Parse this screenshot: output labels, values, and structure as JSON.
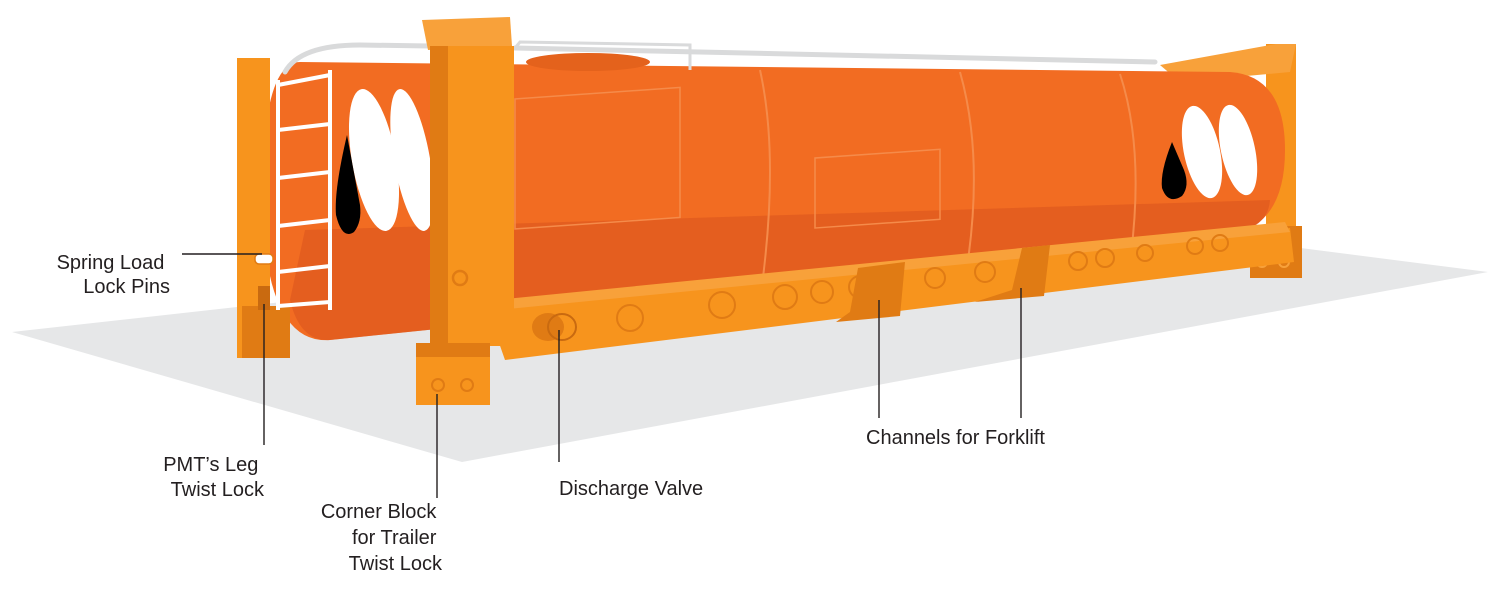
{
  "colors": {
    "ground_shadow": "#e6e7e8",
    "frame_orange": "#f7941d",
    "frame_orange_light": "#f8a13a",
    "frame_orange_dark": "#e07b14",
    "tank_orange": "#f26c22",
    "tank_orange_dark": "#d9531e",
    "tank_seam": "#f58b4a",
    "handrail": "#d9dadb",
    "logo_white": "#ffffff",
    "logo_drop": "#000000",
    "label_text": "#231f20"
  },
  "callouts": [
    {
      "id": "spring-load-lock-pins",
      "lines": [
        "Spring Load",
        "Lock Pins"
      ]
    },
    {
      "id": "pmt-leg-twist-lock",
      "lines": [
        "PMT’s Leg",
        "Twist Lock"
      ]
    },
    {
      "id": "corner-block-trailer-twist-lock",
      "lines": [
        "Corner Block",
        "for Trailer",
        "Twist Lock"
      ]
    },
    {
      "id": "discharge-valve",
      "lines": [
        "Discharge Valve"
      ]
    },
    {
      "id": "channels-for-forklift",
      "lines": [
        "Channels for Forklift"
      ]
    }
  ]
}
